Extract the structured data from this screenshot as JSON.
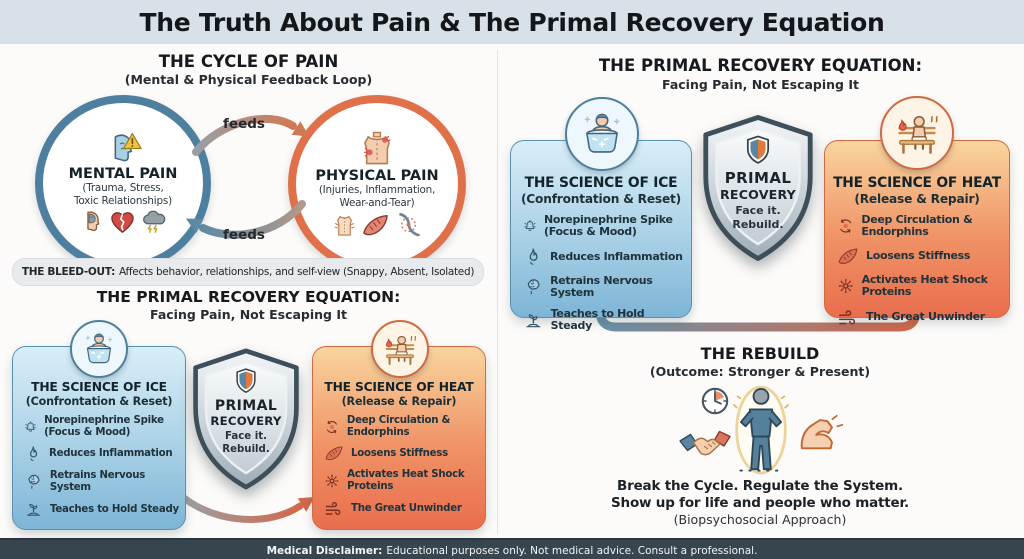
{
  "header": {
    "title": "The Truth About Pain & The Primal Recovery Equation"
  },
  "left": {
    "cycle": {
      "title": "THE CYCLE OF PAIN",
      "subtitle": "(Mental & Physical Feedback Loop)",
      "mental": {
        "title": "MENTAL PAIN",
        "subtitle_line1": "(Trauma, Stress,",
        "subtitle_line2": "Toxic Relationships)",
        "icons": [
          "distressed-head-warning-icon",
          "head-brain-icon",
          "broken-heart-icon",
          "storm-cloud-icon"
        ]
      },
      "physical": {
        "title": "PHYSICAL PAIN",
        "subtitle_line1": "(Injuries, Inflammation,",
        "subtitle_line2": "Wear-and-Tear)",
        "icons": [
          "upper-back-pain-icon",
          "back-pain-icon",
          "muscle-icon",
          "joint-pain-icon"
        ]
      },
      "feeds_top": "feeds",
      "feeds_bottom": "feeds"
    },
    "bleed_out": {
      "label": "THE BLEED-OUT:",
      "text": "Affects behavior, relationships, and self-view (Snappy, Absent, Isolated)"
    }
  },
  "equation": {
    "title": "THE PRIMAL RECOVERY EQUATION:",
    "subtitle": "Facing Pain, Not Escaping It",
    "ice": {
      "badge_icon": "ice-bath-icon",
      "title": "THE SCIENCE OF ICE",
      "subtitle": "(Confrontation & Reset)",
      "items": [
        {
          "icon": "norepinephrine-bell-icon",
          "label": "Norepinephrine Spike (Focus & Mood)"
        },
        {
          "icon": "flame-icon",
          "label": "Reduces Inflammation"
        },
        {
          "icon": "brain-icon",
          "label": "Retrains Nervous System"
        },
        {
          "icon": "sprout-icon",
          "label": "Teaches to Hold Steady"
        }
      ]
    },
    "shield": {
      "icon": "primal-shield-icon",
      "title_line1": "PRIMAL",
      "title_line2": "RECOVERY",
      "tagline_line1": "Face it.",
      "tagline_line2": "Rebuild."
    },
    "heat": {
      "badge_icon": "sauna-icon",
      "title": "THE SCIENCE OF HEAT",
      "subtitle": "(Release & Repair)",
      "items": [
        {
          "icon": "circulation-icon",
          "label": "Deep Circulation & Endorphins"
        },
        {
          "icon": "stiffness-muscle-icon",
          "label": "Loosens Stiffness"
        },
        {
          "icon": "heat-shock-protein-icon",
          "label": "Activates Heat Shock Proteins"
        },
        {
          "icon": "wind-icon",
          "label": "The Great Unwinder"
        }
      ]
    }
  },
  "rebuild": {
    "title": "THE REBUILD",
    "subtitle": "(Outcome: Stronger & Present)",
    "icons": [
      "clock-icon",
      "handshake-icon",
      "confident-person-icon",
      "bicep-icon"
    ],
    "line1": "Break the Cycle. Regulate the System.",
    "line2": "Show up for life and people who matter.",
    "line3": "(Biopsychosocial Approach)"
  },
  "footer": {
    "label": "Medical Disclaimer:",
    "text": "Educational purposes only. Not medical advice. Consult a professional."
  },
  "colors": {
    "ice_accent": "#4e7f9e",
    "heat_accent": "#df7049",
    "header_bg": "#d8e1e7",
    "footer_bg": "#36454e"
  }
}
